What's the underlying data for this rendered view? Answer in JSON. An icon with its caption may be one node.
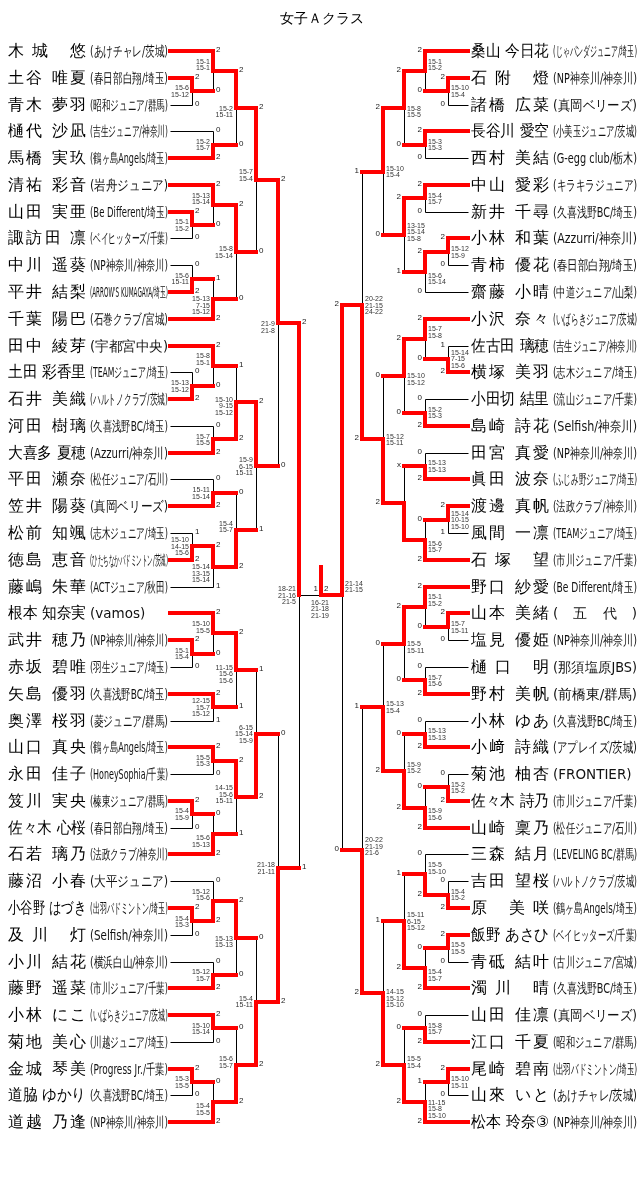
{
  "diagram": {
    "title": "女子Ａクラス",
    "nodes": [
      {
        "text": [
          "木城 悠",
          "(あけチャレ/茨城)"
        ]
      },
      {
        "text": [
          "土谷 唯夏",
          "(春日部白翔/埼玉)"
        ]
      },
      {
        "text": [
          "青木 夢羽",
          "(昭和ジュニア/群馬)"
        ]
      },
      {
        "text": [
          "樋代 沙凪",
          "(吉生ジュニア/神奈川)"
        ]
      },
      {
        "text": [
          "馬橋 実玖",
          "(鶴ヶ島Angels/埼玉)"
        ]
      },
      {
        "text": [
          "清祐 彩音",
          "(岩舟ジュニア)"
        ]
      },
      {
        "text": [
          "山田 実亜",
          "(Be Different/埼玉)"
        ]
      },
      {
        "text": [
          "諏訪田 凛",
          "(ベイヒッターズ/千葉)"
        ]
      },
      {
        "text": [
          "中川 遥葵",
          "(NP神奈川/神奈川)"
        ]
      },
      {
        "text": [
          "平井 結梨",
          "(ARROW'S KUMAGAYA/埼玉)"
        ]
      },
      {
        "text": [
          "千葉 陽巴",
          "(石巻クラブ/宮城)"
        ]
      },
      {
        "text": [
          "田中 綾芽",
          "(宇都宮中央)"
        ]
      },
      {
        "text": [
          "土田 彩香里",
          "(TEAMジュニア/埼玉)"
        ]
      },
      {
        "text": [
          "石井 美織",
          "(ハルトノクラブ/茨城)"
        ]
      },
      {
        "text": [
          "河田 樹璃",
          "(久喜浅野BC/埼玉)"
        ]
      },
      {
        "text": [
          "大喜多 夏穂",
          "(Azzurri/神奈川)"
        ]
      },
      {
        "text": [
          "平田 瀬奈",
          "(松任ジュニア/石川)"
        ]
      },
      {
        "text": [
          "笠井 陽葵",
          "(真岡ベリーズ)"
        ]
      },
      {
        "text": [
          "松前 知颯",
          "(志木ジュニア/埼玉)"
        ]
      },
      {
        "text": [
          "徳島 恵音",
          "(ひたちなかバドミントン/茨城)"
        ]
      },
      {
        "text": [
          "藤嶋 朱華",
          "(ACTジュニア/秋田)"
        ]
      },
      {
        "text": [
          "根本 知奈実",
          "(vamos)"
        ]
      },
      {
        "text": [
          "武井 穂乃",
          "(NP神奈川/神奈川)"
        ]
      },
      {
        "text": [
          "赤坂 碧唯",
          "(羽生ジュニア/埼玉)"
        ]
      },
      {
        "text": [
          "矢島 優羽",
          "(久喜浅野BC/埼玉)"
        ]
      },
      {
        "text": [
          "奥澤 桜羽",
          "(菱ジュニア/群馬)"
        ]
      },
      {
        "text": [
          "山口 真央",
          "(鶴ヶ島Angels/埼玉)"
        ]
      },
      {
        "text": [
          "永田 佳子",
          "(HoneySophia/千葉)"
        ]
      },
      {
        "text": [
          "笈川 実央",
          "(榛東ジュニア/群馬)"
        ]
      },
      {
        "text": [
          "佐々木 心桜",
          "(春日部白翔/埼玉)"
        ]
      },
      {
        "text": [
          "石若 璃乃",
          "(法政クラブ/神奈川)"
        ]
      },
      {
        "text": [
          "藤沼 小春",
          "(大平ジュニア)"
        ]
      },
      {
        "text": [
          "小谷野 はづき",
          "(出羽バドミントン/埼玉)"
        ]
      },
      {
        "text": [
          "及川 灯",
          "(Selfish/神奈川)"
        ]
      },
      {
        "text": [
          "小川 結花",
          "(横浜白山/神奈川)"
        ]
      },
      {
        "text": [
          "藤野 遥菜",
          "(市川ジュニア/千葉)"
        ]
      },
      {
        "text": [
          "小林 にこ",
          "(いばらきジュニア/茨城)"
        ]
      },
      {
        "text": [
          "菊地 美心",
          "(川越ジュニア/埼玉)"
        ]
      },
      {
        "text": [
          "金城 琴美",
          "(Progress Jr./千葉)"
        ]
      },
      {
        "text": [
          "道脇 ゆかり",
          "(久喜浅野BC/埼玉)"
        ]
      },
      {
        "text": [
          "道越 乃逢",
          "(NP神奈川/神奈川)"
        ]
      },
      {
        "text": [
          "桑山 今日花",
          "(じゃパンダジュニア/埼玉)"
        ]
      },
      {
        "text": [
          "石附 燈",
          "(NP神奈川/神奈川)"
        ]
      },
      {
        "text": [
          "諸橋 広菜",
          "(真岡ベリーズ)"
        ]
      },
      {
        "text": [
          "長谷川 愛空",
          "(小美玉ジュニア/茨城)"
        ]
      },
      {
        "text": [
          "西村 美結",
          "(G-egg club/栃木)"
        ]
      },
      {
        "text": [
          "中山 愛彩",
          "(キラキラジュニア)"
        ]
      },
      {
        "text": [
          "新井 千尋",
          "(久喜浅野BC/埼玉)"
        ]
      },
      {
        "text": [
          "小林 和葉",
          "(Azzurri/神奈川)"
        ]
      },
      {
        "text": [
          "青柿 優花",
          "(春日部白翔/埼玉)"
        ]
      },
      {
        "text": [
          "齋藤 小晴",
          "(中道ジュニア/山梨)"
        ]
      },
      {
        "text": [
          "小沢 奈々",
          "(いばらきジュニア/茨城)"
        ]
      },
      {
        "text": [
          "佐古田 璃穂",
          "(吉生ジュニア/神奈川)"
        ]
      },
      {
        "text": [
          "横塚 美羽",
          "(志木ジュニア/埼玉)"
        ]
      },
      {
        "text": [
          "小田切 結里",
          "(流山ジュニア/千葉)"
        ]
      },
      {
        "text": [
          "島崎 詩花",
          "(Selfish/神奈川)"
        ]
      },
      {
        "text": [
          "田宮 真愛",
          "(NP神奈川/神奈川)"
        ]
      },
      {
        "text": [
          "眞田 波奈",
          "(ふじみ野ジュニア/埼玉)"
        ]
      },
      {
        "text": [
          "渡邊 真帆",
          "(法政クラブ/神奈川)"
        ]
      },
      {
        "text": [
          "風間 一凛",
          "(TEAMジュニア/埼玉)"
        ]
      },
      {
        "text": [
          "石塚 望",
          "(市川ジュニア/千葉)"
        ]
      },
      {
        "text": [
          "野口 紗愛",
          "(Be Different/埼玉)"
        ]
      },
      {
        "text": [
          "山本 美緒",
          "(五代)"
        ]
      },
      {
        "text": [
          "塩見 優姫",
          "(NP神奈川/神奈川)"
        ]
      },
      {
        "text": [
          "樋口 明",
          "(那須塩原JBS)"
        ]
      },
      {
        "text": [
          "野村 美帆",
          "(前橋東/群馬)"
        ]
      },
      {
        "text": [
          "小林 ゆあ",
          "(久喜浅野BC/埼玉)"
        ]
      },
      {
        "text": [
          "小﨑 詩織",
          "(アプレイズ/茨城)"
        ]
      },
      {
        "text": [
          "菊池 柚杏",
          "(FRONTIER)"
        ]
      },
      {
        "text": [
          "佐々木 詩乃",
          "(市川ジュニア/千葉)"
        ]
      },
      {
        "text": [
          "山崎 稟乃",
          "(松任ジュニア/石川)"
        ]
      },
      {
        "text": [
          "三森 結月",
          "(LEVELING BC/群馬)"
        ]
      },
      {
        "text": [
          "吉田 望桜",
          "(ハルトノクラブ/茨城)"
        ]
      },
      {
        "text": [
          "原 美咲",
          "(鶴ヶ島Angels/埼玉)"
        ]
      },
      {
        "text": [
          "飯野 あさひ",
          "(ベイヒッターズ/千葉)"
        ]
      },
      {
        "text": [
          "青砥 結叶",
          "(古川ジュニア/宮城)"
        ]
      },
      {
        "text": [
          "濁川 晴",
          "(久喜浅野BC/埼玉)"
        ]
      },
      {
        "text": [
          "山田 佳凛",
          "(真岡ベリーズ)"
        ]
      },
      {
        "text": [
          "江口 千夏",
          "(昭和ジュニア/群馬)"
        ]
      },
      {
        "text": [
          "尾崎 碧南",
          "(出羽バドミントン/埼玉)"
        ]
      },
      {
        "text": [
          "山來 いと",
          "(あけチャレ/茨城)"
        ]
      },
      {
        "text": [
          "松本 玲奈③",
          "(NP神奈川/神奈川)"
        ]
      }
    ],
    "labels": [
      "1",
      "16-21",
      "21-18",
      "21-19",
      "2",
      "2",
      "18-21",
      "21-16",
      "21-5",
      "1",
      "2",
      "21-9",
      "21-8",
      "0",
      "2",
      "15-7",
      "15-4",
      "0",
      "2",
      "15-2",
      "15-11",
      "0",
      "2",
      "15-1",
      "15-1",
      "0",
      "2",
      "15-6",
      "15-12",
      "0",
      "0",
      "15-2",
      "15-7",
      "2",
      "2",
      "15-8",
      "15-14",
      "0",
      "2",
      "15-13",
      "15-14",
      "0",
      "2",
      "15-1",
      "15-2",
      "0",
      "1",
      "15-13",
      "7-15",
      "15-12",
      "2",
      "0",
      "15-6",
      "15-11",
      "2",
      "2",
      "15-9",
      "6-15",
      "15-11",
      "1",
      "1",
      "15-10",
      "9-15",
      "15-12",
      "2",
      "2",
      "15-8",
      "15-1",
      "0",
      "0",
      "15-13",
      "15-12",
      "2",
      "0",
      "15-7",
      "15-5",
      "2",
      "0",
      "15-4",
      "15-7",
      "2",
      "0",
      "15-11",
      "15-14",
      "2",
      "2",
      "15-14",
      "13-15",
      "15-14",
      "1",
      "1",
      "15-10",
      "14-15",
      "15-6",
      "2",
      "0",
      "21-18",
      "21-11",
      "2",
      "1",
      "6-15",
      "15-14",
      "15-9",
      "2",
      "2",
      "11-15",
      "15-6",
      "15-6",
      "1",
      "2",
      "15-10",
      "15-5",
      "0",
      "2",
      "15-1",
      "15-4",
      "0",
      "2",
      "12-15",
      "15-7",
      "15-12",
      "1",
      "2",
      "14-15",
      "15-6",
      "15-11",
      "1",
      "2",
      "15-5",
      "15-3",
      "0",
      "0",
      "15-6",
      "15-13",
      "2",
      "2",
      "15-4",
      "15-9",
      "0",
      "0",
      "15-4",
      "15-11",
      "2",
      "2",
      "15-13",
      "15-13",
      "0",
      "0",
      "15-12",
      "15-6",
      "2",
      "2",
      "15-4",
      "15-3",
      "0",
      "0",
      "15-12",
      "15-7",
      "2",
      "0",
      "15-6",
      "15-7",
      "2",
      "2",
      "15-10",
      "15-14",
      "0",
      "0",
      "15-4",
      "15-5",
      "2",
      "2",
      "15-3",
      "15-5",
      "0",
      "2",
      "21-14",
      "21-15",
      "0",
      "1",
      "20-22",
      "21-15",
      "24-22",
      "2",
      "2",
      "15-10",
      "15-4",
      "0",
      "2",
      "15-8",
      "15-5",
      "0",
      "2",
      "15-1",
      "15-2",
      "0",
      "2",
      "15-10",
      "15-4",
      "0",
      "2",
      "15-3",
      "15-3",
      "0",
      "2",
      "13-15",
      "15-14",
      "15-8",
      "1",
      "2",
      "15-4",
      "15-7",
      "0",
      "2",
      "15-6",
      "15-14",
      "0",
      "2",
      "15-12",
      "15-9",
      "0",
      "0",
      "15-12",
      "15-11",
      "2",
      "2",
      "15-10",
      "15-12",
      "0",
      "2",
      "15-7",
      "15-8",
      "0",
      "1",
      "15-14",
      "7-15",
      "15-6",
      "2",
      "0",
      "15-2",
      "15-3",
      "2",
      "x",
      "0",
      "15-13",
      "15-13",
      "2",
      "0",
      "15-6",
      "15-7",
      "2",
      "2",
      "15-14",
      "10-15",
      "15-10",
      "1",
      "1",
      "20-22",
      "21-19",
      "21-6",
      "2",
      "0",
      "15-13",
      "15-4",
      "2",
      "2",
      "15-5",
      "15-11",
      "0",
      "2",
      "15-1",
      "15-2",
      "0",
      "2",
      "15-7",
      "15-11",
      "0",
      "0",
      "15-7",
      "15-6",
      "2",
      "0",
      "15-9",
      "15-2",
      "2",
      "0",
      "15-13",
      "15-13",
      "2",
      "0",
      "15-9",
      "15-6",
      "2",
      "0",
      "15-2",
      "15-2",
      "2",
      "1",
      "14-15",
      "15-12",
      "15-10",
      "2",
      "1",
      "15-11",
      "6-15",
      "15-12",
      "2",
      "0",
      "15-5",
      "15-10",
      "2",
      "0",
      "15-4",
      "15-2",
      "2",
      "0",
      "15-4",
      "15-7",
      "2",
      "2",
      "15-5",
      "15-5",
      "0",
      "0",
      "15-5",
      "15-4",
      "2",
      "0",
      "15-8",
      "15-7",
      "2",
      "1",
      "11-15",
      "15-8",
      "15-10",
      "2",
      "2",
      "15-10",
      "15-11",
      "0"
    ]
  }
}
